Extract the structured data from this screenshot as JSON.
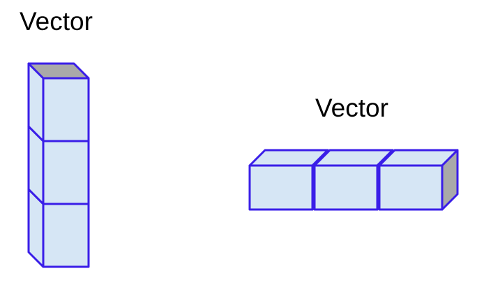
{
  "labels": {
    "column_vector": "Vector",
    "row_vector": "Vector"
  },
  "colors": {
    "cube_edge": "#3a1ee8",
    "cube_face": "#d6e6f5",
    "cube_shade": "#a9a9a9"
  },
  "column_vector": {
    "cube_count": 3,
    "orientation": "vertical"
  },
  "row_vector": {
    "cube_count": 3,
    "orientation": "horizontal"
  }
}
